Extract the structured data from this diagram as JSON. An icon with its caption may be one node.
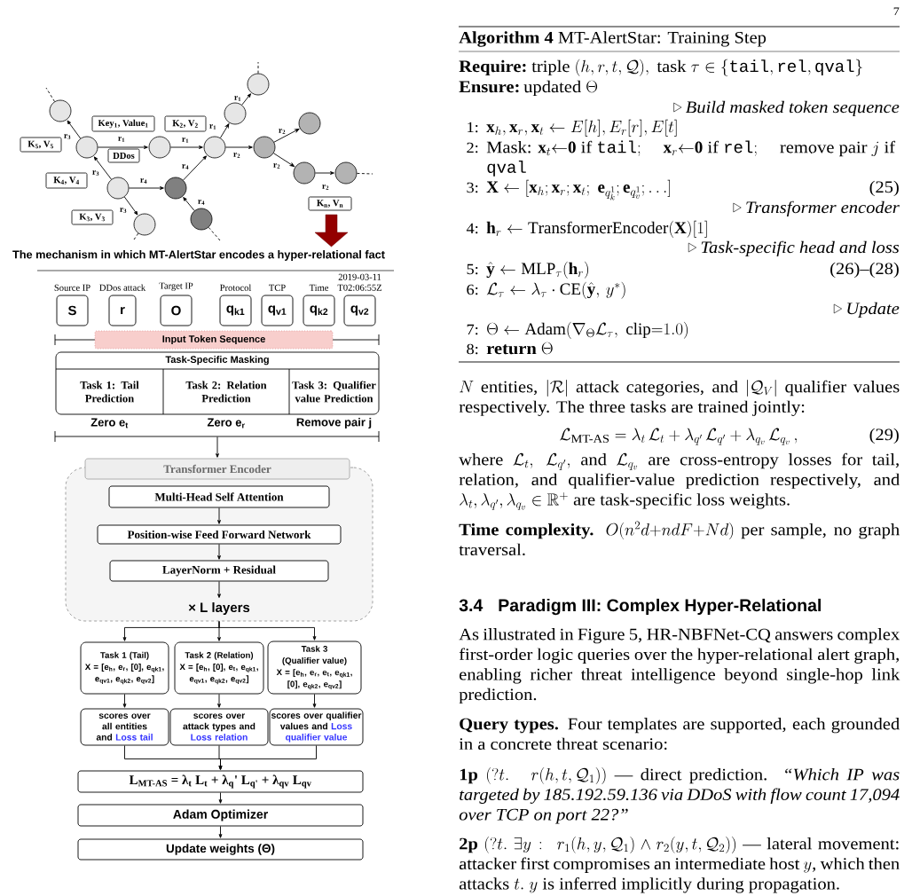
{
  "diagram": {
    "nodes": [
      {
        "text": [],
        "shape": "circle"
      },
      {
        "text": [],
        "shape": "circle"
      },
      {
        "text": [],
        "shape": "circle"
      },
      {
        "text": [],
        "shape": "circle"
      },
      {
        "text": [],
        "shape": "circle"
      },
      {
        "text": [],
        "shape": "circle"
      },
      {
        "text": [],
        "shape": "circle"
      },
      {
        "text": [],
        "shape": "circle"
      },
      {
        "text": [],
        "shape": "circle"
      },
      {
        "text": [],
        "shape": "circle"
      },
      {
        "text": [],
        "shape": "circle"
      },
      {
        "text": [],
        "shape": "circle"
      },
      {
        "text": [],
        "shape": "circle"
      },
      {
        "text": [],
        "shape": "circle"
      },
      {
        "text": [
          "Key$_{1}$, Value$_{1}$"
        ]
      },
      {
        "text": [
          "K$_{2}$, V$_{2}$"
        ]
      },
      {
        "text": [
          "K$_{5}$, V$_{5}$"
        ]
      },
      {
        "text": [
          "DDos"
        ]
      },
      {
        "text": [
          "K$_{4}$, V$_{4}$"
        ]
      },
      {
        "text": [
          "K$_{3}$, V$_{3}$"
        ]
      },
      {
        "text": [
          "K$_{n}$, V$_{n}$"
        ]
      },
      {
        "text": [
          "S"
        ],
        "beside": [
          "Source IP"
        ]
      },
      {
        "text": [
          "r"
        ],
        "beside": [
          "DDos attack"
        ]
      },
      {
        "text": [
          "O"
        ],
        "beside": [
          "Target IP"
        ]
      },
      {
        "text": [
          "q$_{k1}$"
        ],
        "beside": [
          "Protocol"
        ]
      },
      {
        "text": [
          "q$_{v1}$"
        ],
        "beside": [
          "TCP"
        ]
      },
      {
        "text": [
          "q$_{k2}$"
        ],
        "beside": [
          "Time"
        ]
      },
      {
        "text": [
          "q$_{v2}$"
        ],
        "beside": [
          "2019-03-11 T02:06:55Z"
        ]
      },
      {
        "text": [
          "Input Token Sequence"
        ]
      },
      {
        "text": [
          "Task-Specific Masking"
        ]
      },
      {
        "text": [
          "Task 1: Tail Prediction"
        ],
        "in": 29,
        "beside": [
          "Zero e$_{t}$"
        ]
      },
      {
        "text": [
          "Task 2: Relation Prediction"
        ],
        "in": 29,
        "beside": [
          "Zero e$_{r}$"
        ]
      },
      {
        "text": [
          "Task 3: Qualifier value Prediction"
        ],
        "in": 29,
        "beside": [
          "Remove pair j"
        ]
      },
      {
        "text": [],
        "shape": "box"
      },
      {
        "text": [
          "Transformer Encoder"
        ]
      },
      {
        "text": [
          "Multi-Head Self Attention"
        ],
        "in": 33
      },
      {
        "text": [
          "Position-wise Feed Forward Network"
        ],
        "in": 33
      },
      {
        "text": [
          "LayerNorm + Residual"
        ],
        "in": 33
      },
      {
        "text": [
          "× L layers"
        ],
        "in": 33
      },
      {
        "text": [
          "Task 1 (Tail)",
          "X = [e$_{h}$, e$_{r}$, [0], e$_{qk1}$, e$_{qv1}$, e$_{qk2}$, e$_{qv2}$]"
        ]
      },
      {
        "text": [
          "Task 2 (Relation)",
          "X = [e$_{h}$, [0], e$_{t}$, e$_{qk1}$, e$_{qv1}$, e$_{qk2}$, e$_{qv2}$]"
        ]
      },
      {
        "text": [
          "Task 3 (Qualifier value)",
          "X = [e$_{h}$, e$_{r}$, e$_{t}$, e$_{qk1}$, [0], e$_{qk2}$, e$_{qv2}$]"
        ]
      },
      {
        "text": [
          "scores over all entities and",
          "Loss tail"
        ]
      },
      {
        "text": [
          "scores over attack types and",
          "Loss relation"
        ]
      },
      {
        "text": [
          "scores over qualifier values and",
          "Loss qualifier value"
        ]
      },
      {
        "text": [
          "L$_{MT-AS}$ = λ$_{t}$ L$_{t}$ + λ$_{q}$' L$_{q'}$ + λ$_{qv}$ L$_{qv}$"
        ]
      },
      {
        "text": [
          "Adam Optimizer"
        ]
      },
      {
        "text": [
          "Update weights (Θ)"
        ]
      }
    ],
    "edges": [
      {
        "from": 1,
        "to": 0,
        "arrow": "to",
        "label": "r$_{3}$"
      },
      {
        "from": 1,
        "to": 4,
        "arrow": "to",
        "label": "r$_{1}$"
      },
      {
        "from": 4,
        "to": 7,
        "arrow": "to",
        "label": "r$_{1}$"
      },
      {
        "from": 7,
        "to": 8,
        "arrow": "to",
        "label": "r$_{1}$"
      },
      {
        "from": 8,
        "to": 9,
        "arrow": "to",
        "label": "r$_{1}$"
      },
      {
        "from": 7,
        "to": 10,
        "arrow": "to",
        "label": "r$_{2}$"
      },
      {
        "from": 10,
        "to": 12,
        "arrow": "to",
        "label": "r$_{2}$"
      },
      {
        "from": 10,
        "to": 11,
        "arrow": "to",
        "label": "r$_{2}$"
      },
      {
        "from": 11,
        "to": 13,
        "arrow": "to",
        "label": "r$_{2}$"
      },
      {
        "from": 2,
        "to": 1,
        "arrow": "to",
        "label": "r$_{3}$"
      },
      {
        "from": 2,
        "to": 5,
        "arrow": "to",
        "label": "r$_{4}$"
      },
      {
        "from": 2,
        "to": 3,
        "arrow": "to",
        "label": "r$_{3}$"
      },
      {
        "from": 5,
        "to": 7,
        "arrow": "to",
        "label": "r$_{4}$"
      },
      {
        "from": 6,
        "to": 5,
        "arrow": "to",
        "label": "r$_{4}$"
      },
      {
        "from": 0,
        "to": null,
        "arrow": "none",
        "style": "dashed"
      },
      {
        "from": 9,
        "to": null,
        "arrow": "none",
        "style": "dashed"
      },
      {
        "from": 13,
        "to": null,
        "arrow": "none",
        "style": "dashed"
      },
      {
        "from": 3,
        "to": null,
        "arrow": "none",
        "style": "dashed"
      },
      {
        "from": 6,
        "to": null,
        "arrow": "none",
        "style": "dashed"
      },
      {
        "from": 29,
        "to": 34,
        "arrow": "to"
      },
      {
        "from": 35,
        "to": 36,
        "arrow": "to"
      },
      {
        "from": 36,
        "to": 37,
        "arrow": "to"
      },
      {
        "from": 37,
        "to": 38,
        "arrow": "to"
      },
      {
        "from": 33,
        "to": 39,
        "arrow": "to"
      },
      {
        "from": 33,
        "to": 40,
        "arrow": "to"
      },
      {
        "from": 33,
        "to": 41,
        "arrow": "to"
      },
      {
        "from": 39,
        "to": 42,
        "arrow": "to"
      },
      {
        "from": 40,
        "to": 43,
        "arrow": "to"
      },
      {
        "from": 41,
        "to": 44,
        "arrow": "to"
      },
      {
        "from": 42,
        "to": 45,
        "arrow": "to"
      },
      {
        "from": 43,
        "to": 45,
        "arrow": "to"
      },
      {
        "from": 44,
        "to": 45,
        "arrow": "to"
      },
      {
        "from": 45,
        "to": 46,
        "arrow": "to"
      },
      {
        "from": 46,
        "to": 47,
        "arrow": "to"
      }
    ],
    "labels": [
      "The mechanism in which MT-AlertStar encodes a hyper-relational fact",
      "7",
      "**Algorithm 4** MT-AlertStar: Training Step",
      "Require:",
      "\\text{triple } (h, r, t, \\mathcal{Q}),\\ \\text{task } \\tau \\in \\{\\texttt{tail}, \\texttt{rel}, \\texttt{qval}\\}",
      "Ensure:",
      "\\text{updated } \\Theta",
      "Build masked token sequence",
      "1:",
      "\\mathbf{x}_h, \\mathbf{x}_r, \\mathbf{x}_t \\leftarrow E[h], E_r[r], E[t]",
      "2:",
      "\\text{Mask: } \\mathbf{x}_t{\\leftarrow}\\mathbf{0} \\text{ if } \\texttt{tail};\\; \\mathbf{x}_r{\\leftarrow}\\mathbf{0} \\text{ if } \\texttt{rel};\\; \\text{remove pair } j \\text{ if } \\allowbreak\\texttt{qval}",
      "3:",
      "\\mathbf{X} \\leftarrow [\\mathbf{x}_h; \\mathbf{x}_r; \\mathbf{x}_t;\\ \\mathbf{e}_{q_k^1}; \\mathbf{e}_{q_v^1}; \\ldots]",
      "(25)",
      "Transformer encoder",
      "4:",
      "\\mathbf{h}_r \\leftarrow \\mathrm{TransformerEncoder}(\\mathbf{X})[1]",
      "Task-specific head and loss",
      "5:",
      "\\hat{\\mathbf{y}} \\leftarrow \\mathrm{MLP}_\\tau(\\mathbf{h}_r)",
      "(26)–(28)",
      "6:",
      "\\mathcal{L}_\\tau \\leftarrow \\lambda_\\tau \\cdot \\mathrm{CE}(\\hat{\\mathbf{y}},\\, y^*)",
      "Update",
      "7:",
      "\\Theta \\leftarrow \\mathrm{Adam}(\\nabla_\\Theta \\mathcal{L}_\\tau,\\ \\mathrm{clip}{=}1.0)",
      "8:",
      "return",
      "\\Theta",
      "N",
      "entities,",
      "|\\mathcal{R}|",
      "attack categories, and",
      "|\\mathcal{Q}_V|",
      "qualifier values respectively. The three tasks are trained jointly:",
      "\\mathcal{L}_{\\text{MT-AS}} = \\lambda_t\\, \\mathcal{L}_t + \\lambda_{q'}\\, \\mathcal{L}_{q'} + \\lambda_{q_v}\\, \\mathcal{L}_{q_v}\\,,",
      "(29)",
      "where",
      "\\mathcal{L}_t,\\ \\mathcal{L}_{q'},",
      "and",
      "\\mathcal{L}_{q_v}",
      "are cross-entropy losses for tail, relation, and qualifier-value prediction respectively, and",
      "\\lambda_t, \\lambda_{q'}, \\lambda_{q_v} \\in \\mathbb{R}^+",
      "are task-specific loss weights.",
      "Time complexity.",
      "O(n^2d{+}ndF{+}Nd)",
      "per sample, no graph traversal.",
      "3.4",
      "Paradigm III: Complex Hyper-Relational",
      "As illustrated in Figure 5, HR-NBFNet-CQ answers complex first-order logic queries over the hyper-relational alert graph, enabling richer threat intelligence beyond single-hop link prediction.",
      "Query types.",
      "Four templates are supported, each grounded in a concrete threat scenario:",
      "1p",
      "(?t.\\;\\; r(h, t, \\mathcal{Q}_1))",
      "— direct prediction.",
      "“Which IP was targeted by 185.192.59.136 via DDoS with flow count 17,094 over TCP on port 22?”",
      "2p",
      "(?t.\\ \\exists y:\\; r_1(h, y, \\mathcal{Q}_1) \\wedge r_2(y, t, \\mathcal{Q}_2))",
      "— lateral movement: attacker first compromises an intermediate host",
      "y",
      ", which then attacks",
      "t.\\; y",
      "is inferred implicitly during propagation."
    ]
  }
}
